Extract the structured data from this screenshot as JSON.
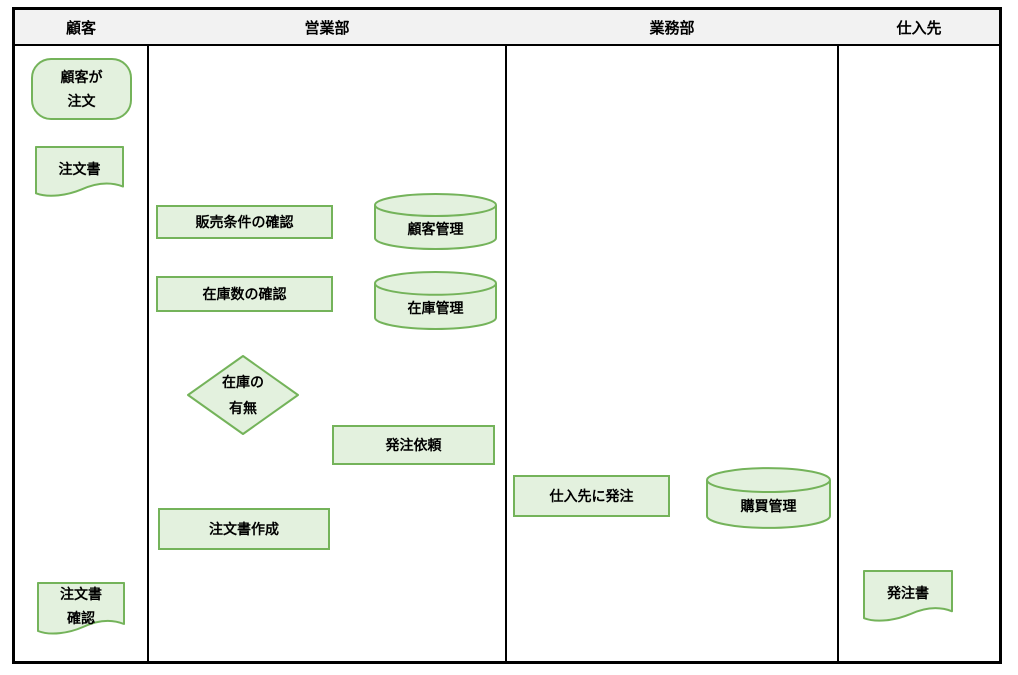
{
  "diagram": {
    "title": "order-process-swimlane-flowchart",
    "lanes": [
      {
        "id": "customer",
        "label": "顧客"
      },
      {
        "id": "sales",
        "label": "営業部"
      },
      {
        "id": "operations",
        "label": "業務部"
      },
      {
        "id": "supplier",
        "label": "仕入先"
      }
    ],
    "nodes": [
      {
        "id": "customer-order",
        "type": "terminator",
        "lane": "顧客",
        "label": "顧客が\n注文"
      },
      {
        "id": "order-form",
        "type": "document",
        "lane": "顧客",
        "label": "注文書"
      },
      {
        "id": "check-sales-conditions",
        "type": "process",
        "lane": "営業部",
        "label": "販売条件の確認"
      },
      {
        "id": "customer-management-db",
        "type": "database",
        "lane": "営業部",
        "label": "顧客管理"
      },
      {
        "id": "check-stock-quantity",
        "type": "process",
        "lane": "営業部",
        "label": "在庫数の確認"
      },
      {
        "id": "inventory-management-db",
        "type": "database",
        "lane": "営業部",
        "label": "在庫管理"
      },
      {
        "id": "stock-availability",
        "type": "decision",
        "lane": "営業部",
        "label": "在庫の\n有無"
      },
      {
        "id": "order-request",
        "type": "process",
        "lane": "営業部",
        "label": "発注依頼"
      },
      {
        "id": "create-order-form",
        "type": "process",
        "lane": "営業部",
        "label": "注文書作成"
      },
      {
        "id": "confirm-order-form",
        "type": "document",
        "lane": "顧客",
        "label": "注文書\n確認"
      },
      {
        "id": "order-to-supplier",
        "type": "process",
        "lane": "業務部",
        "label": "仕入先に発注"
      },
      {
        "id": "purchasing-management-db",
        "type": "database",
        "lane": "業務部",
        "label": "購買管理"
      },
      {
        "id": "purchase-order",
        "type": "document",
        "lane": "仕入先",
        "label": "発注書"
      }
    ],
    "colors": {
      "shape_fill": "#e3f1de",
      "shape_stroke": "#74b35a",
      "header_bg": "#f2f2f2",
      "line": "#000000",
      "page_bg": "#ffffff"
    }
  }
}
